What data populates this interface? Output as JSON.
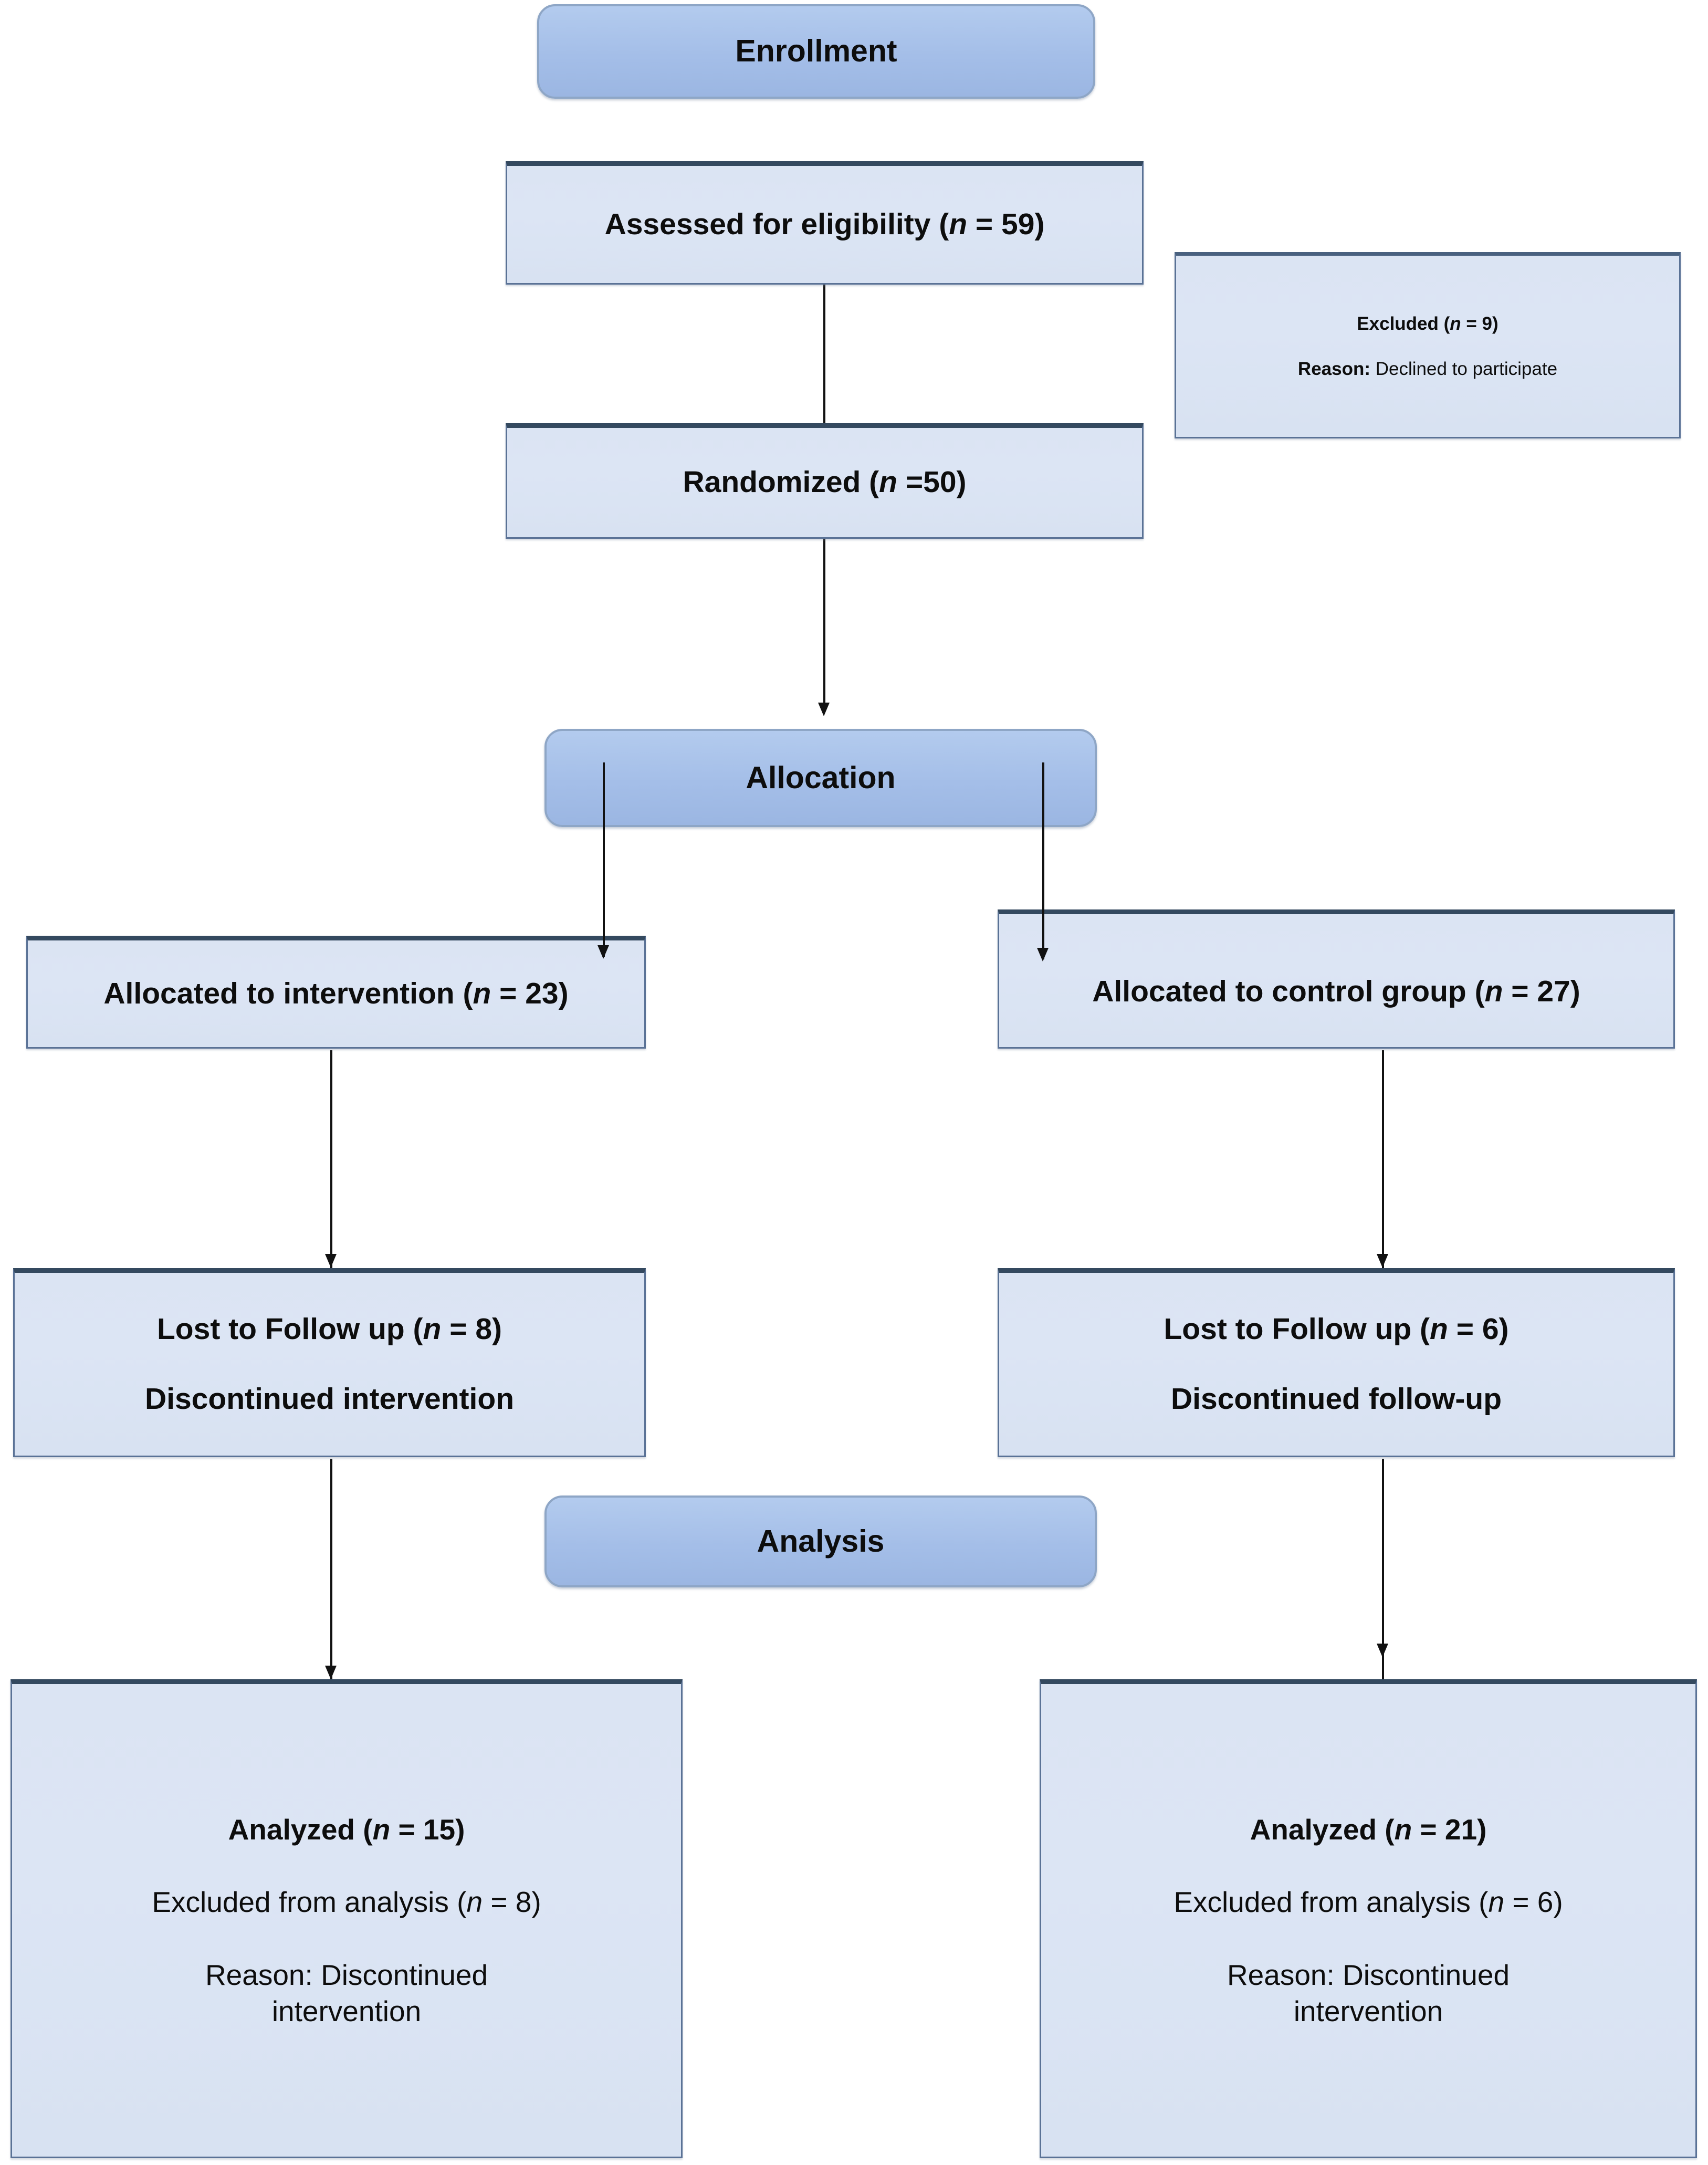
{
  "diagram": {
    "title": "CONSORT participant flow diagram",
    "colors": {
      "stage_fill": "#a8c4ec",
      "stage_border": "#8ea6c6",
      "box_fill": "#dce5f4",
      "box_border": "#5a7296",
      "box_top_border": "#34495f",
      "connector": "#111111",
      "text": "#0d0d0d",
      "background": "#ffffff"
    },
    "stages": {
      "enrollment": "Enrollment",
      "allocation": "Allocation",
      "analysis": "Analysis"
    },
    "nodes": {
      "assessed": {
        "label": "Assessed for eligibility (",
        "n_symbol": "n",
        "n_value": " = 59)"
      },
      "excluded": {
        "line1_label": "Excluded (",
        "line1_n_symbol": "n",
        "line1_n_value": " = 9)",
        "line2_prefix": "Reason:",
        "line2_text": " Declined to participate"
      },
      "randomized": {
        "label": "Randomized (",
        "n_symbol": "n",
        "n_value": " =50)"
      },
      "allocated_intervention": {
        "label": "Allocated to intervention (",
        "n_symbol": "n",
        "n_value": " = 23)"
      },
      "allocated_control": {
        "label": "Allocated to control group  (",
        "n_symbol": "n",
        "n_value": " = 27)"
      },
      "lost_intervention": {
        "line1_label": "Lost to Follow up (",
        "line1_n_symbol": "n",
        "line1_n_value": " = 8)",
        "line2": "Discontinued intervention"
      },
      "lost_control": {
        "line1_label": "Lost to Follow up (",
        "line1_n_symbol": "n",
        "line1_n_value": " = 6)",
        "line2": "Discontinued follow-up"
      },
      "analyzed_intervention": {
        "line1_label": "Analyzed (",
        "line1_n_symbol": "n",
        "line1_n_value": " = 15)",
        "line2_label": "Excluded from analysis (",
        "line2_n_symbol": "n",
        "line2_n_value": " = 8)",
        "line3": "Reason: Discontinued",
        "line4": "intervention"
      },
      "analyzed_control": {
        "line1_label": "Analyzed (",
        "line1_n_symbol": "n",
        "line1_n_value": " = 21)",
        "line2_label": "Excluded from analysis (",
        "line2_n_symbol": "n",
        "line2_n_value": " = 6)",
        "line3": "Reason: Discontinued",
        "line4": "intervention"
      }
    }
  }
}
